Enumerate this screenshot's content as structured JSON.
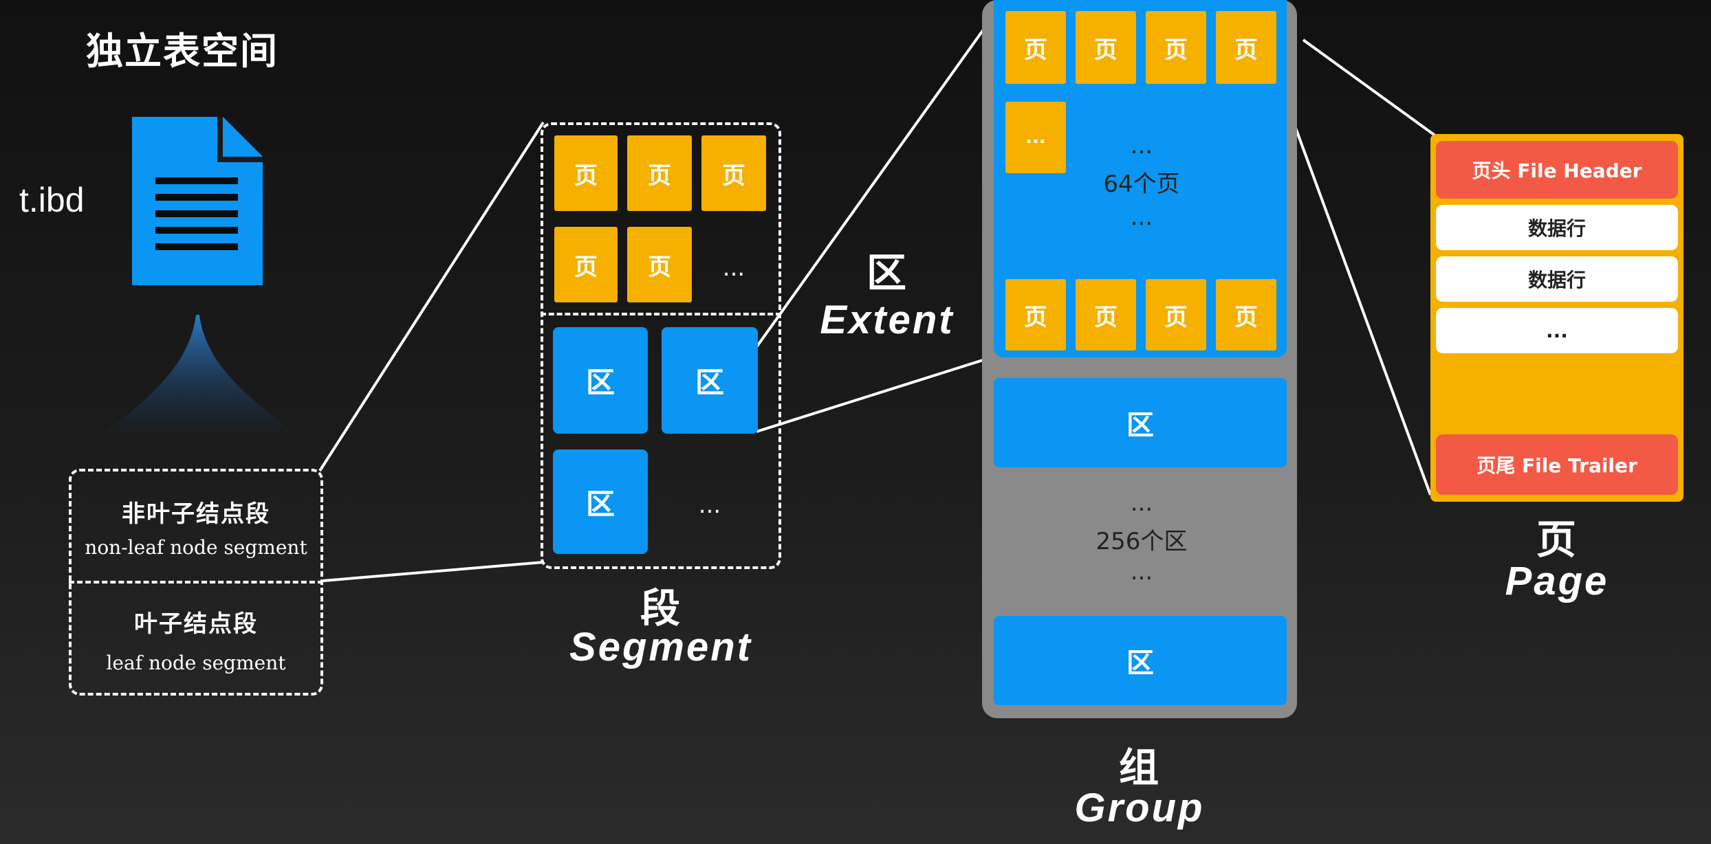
{
  "tablespace": {
    "title": "独立表空间",
    "file_name": "t.ibd"
  },
  "segments": {
    "non_leaf": {
      "cn": "非叶子结点段",
      "en": "non-leaf node segment"
    },
    "leaf": {
      "cn": "叶子结点段",
      "en": "leaf node segment"
    }
  },
  "segment_box": {
    "page_tiles": [
      "页",
      "页",
      "页",
      "页",
      "页"
    ],
    "page_ellipsis": "...",
    "extent_tiles": [
      "区",
      "区",
      "区"
    ],
    "extent_ellipsis": "...",
    "label_cn": "段",
    "label_en": "Segment"
  },
  "extent_label": {
    "cn": "区",
    "en": "Extent"
  },
  "group": {
    "top_pages": [
      "页",
      "页",
      "页",
      "页"
    ],
    "small_ellipsis": "...",
    "pages_ellipsis_top": "...",
    "pages_count": "64个页",
    "pages_ellipsis_bottom": "...",
    "bottom_pages": [
      "页",
      "页",
      "页",
      "页"
    ],
    "extent_1": "区",
    "extents_ellipsis_top": "...",
    "extents_count": "256个区",
    "extents_ellipsis_bottom": "...",
    "extent_2": "区",
    "label_cn": "组",
    "label_en": "Group"
  },
  "page": {
    "header": "页头 File Header",
    "rows": [
      "数据行",
      "数据行",
      "..."
    ],
    "trailer": "页尾 File Trailer",
    "label_cn": "页",
    "label_en": "Page"
  },
  "colors": {
    "page_tile": "#f5b000",
    "extent_tile": "#0a96f2",
    "group_bg": "#8a8a8a",
    "page_header": "#f25a45",
    "page_body": "#f5b000",
    "row_bg": "#ffffff"
  }
}
